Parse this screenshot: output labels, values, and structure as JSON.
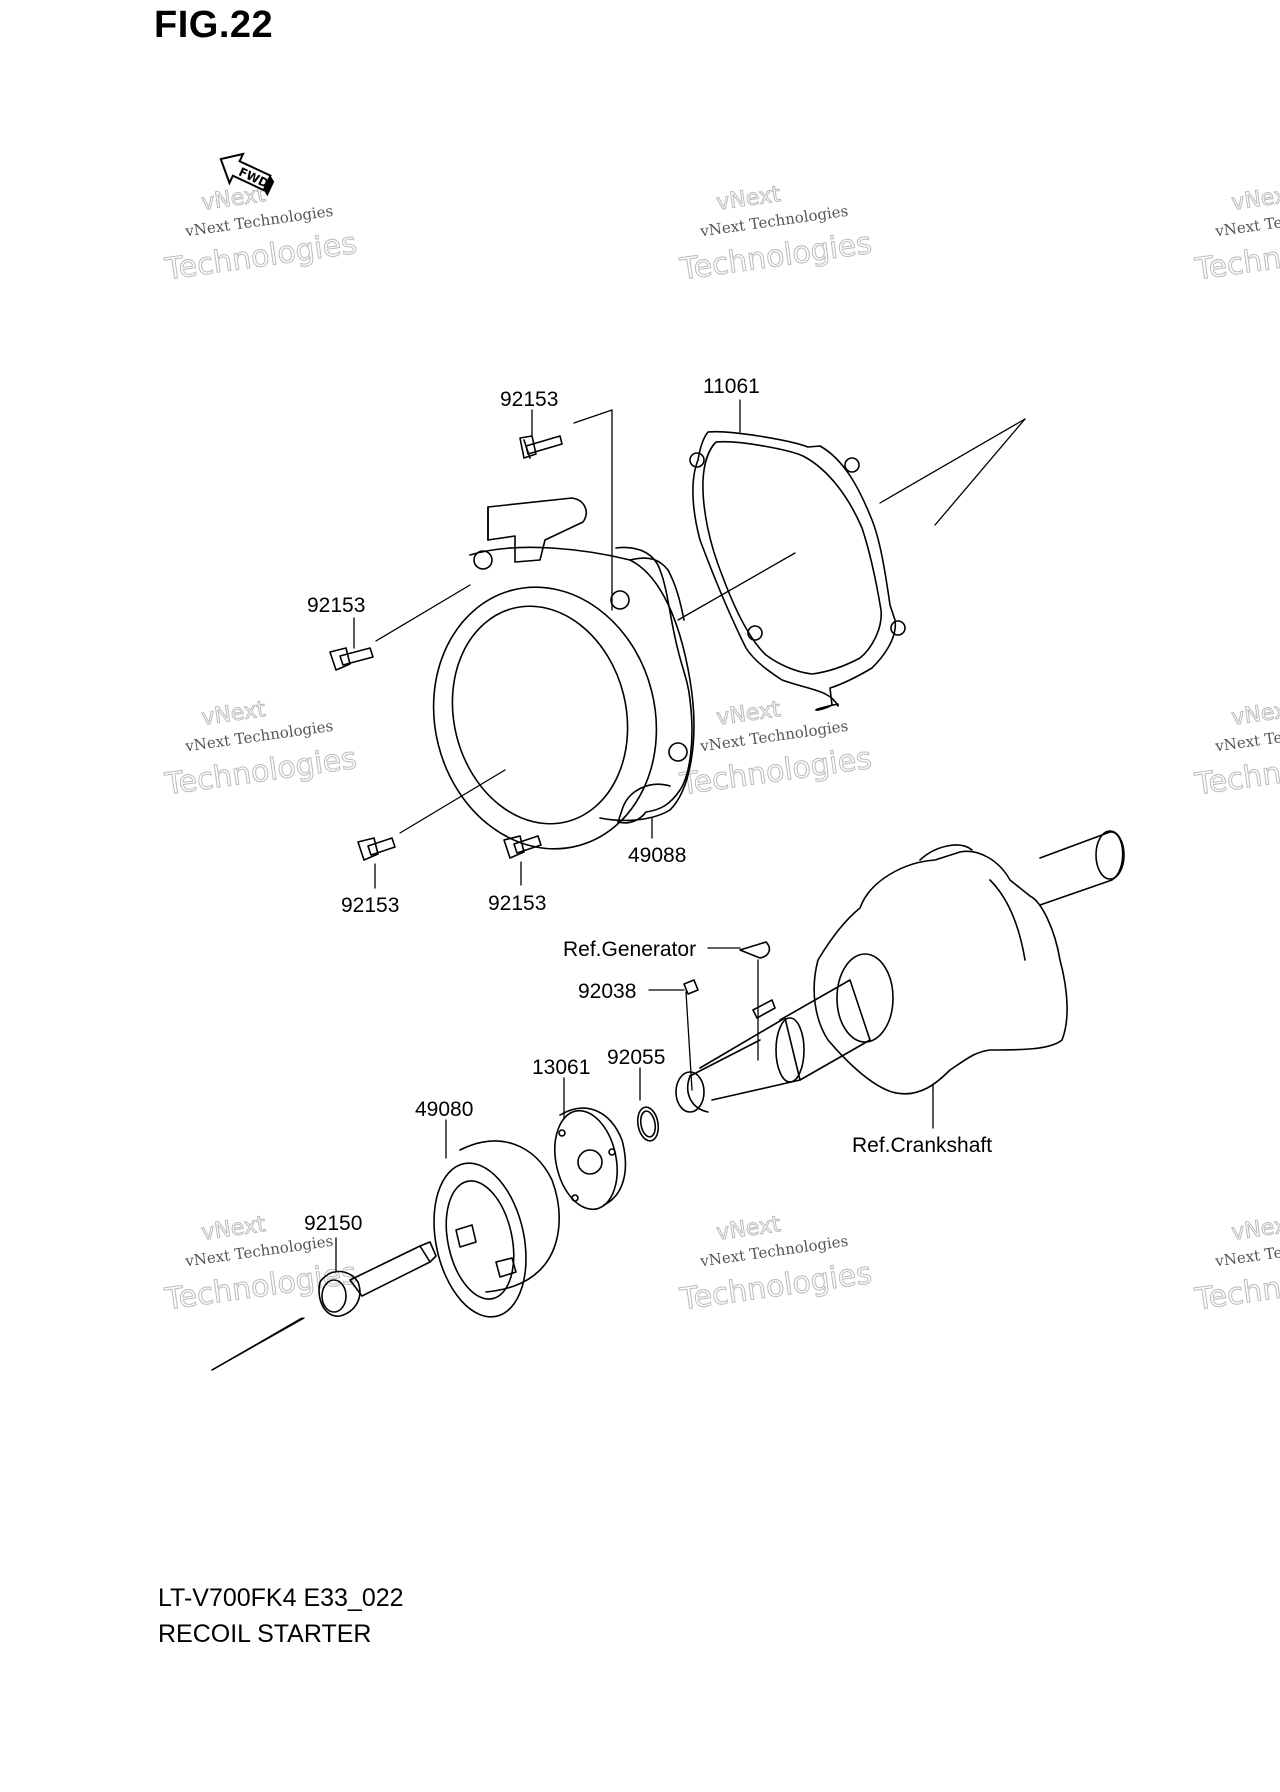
{
  "figure": {
    "title": "FIG.22",
    "direction_marker": "FWD"
  },
  "watermark": {
    "line1": "vNext Technologies",
    "line2": "Technologies",
    "line3": "vNext"
  },
  "labels": {
    "p11061": "11061",
    "p92153_top": "92153",
    "p92153_left": "92153",
    "p92153_bl": "92153",
    "p92153_br": "92153",
    "p49088": "49088",
    "ref_generator": "Ref.Generator",
    "p92038": "92038",
    "p13061": "13061",
    "p92055": "92055",
    "p49080": "49080",
    "ref_crankshaft": "Ref.Crankshaft",
    "p92150": "92150"
  },
  "footer": {
    "model": "LT-V700FK4 E33_022",
    "name": "RECOIL STARTER"
  }
}
